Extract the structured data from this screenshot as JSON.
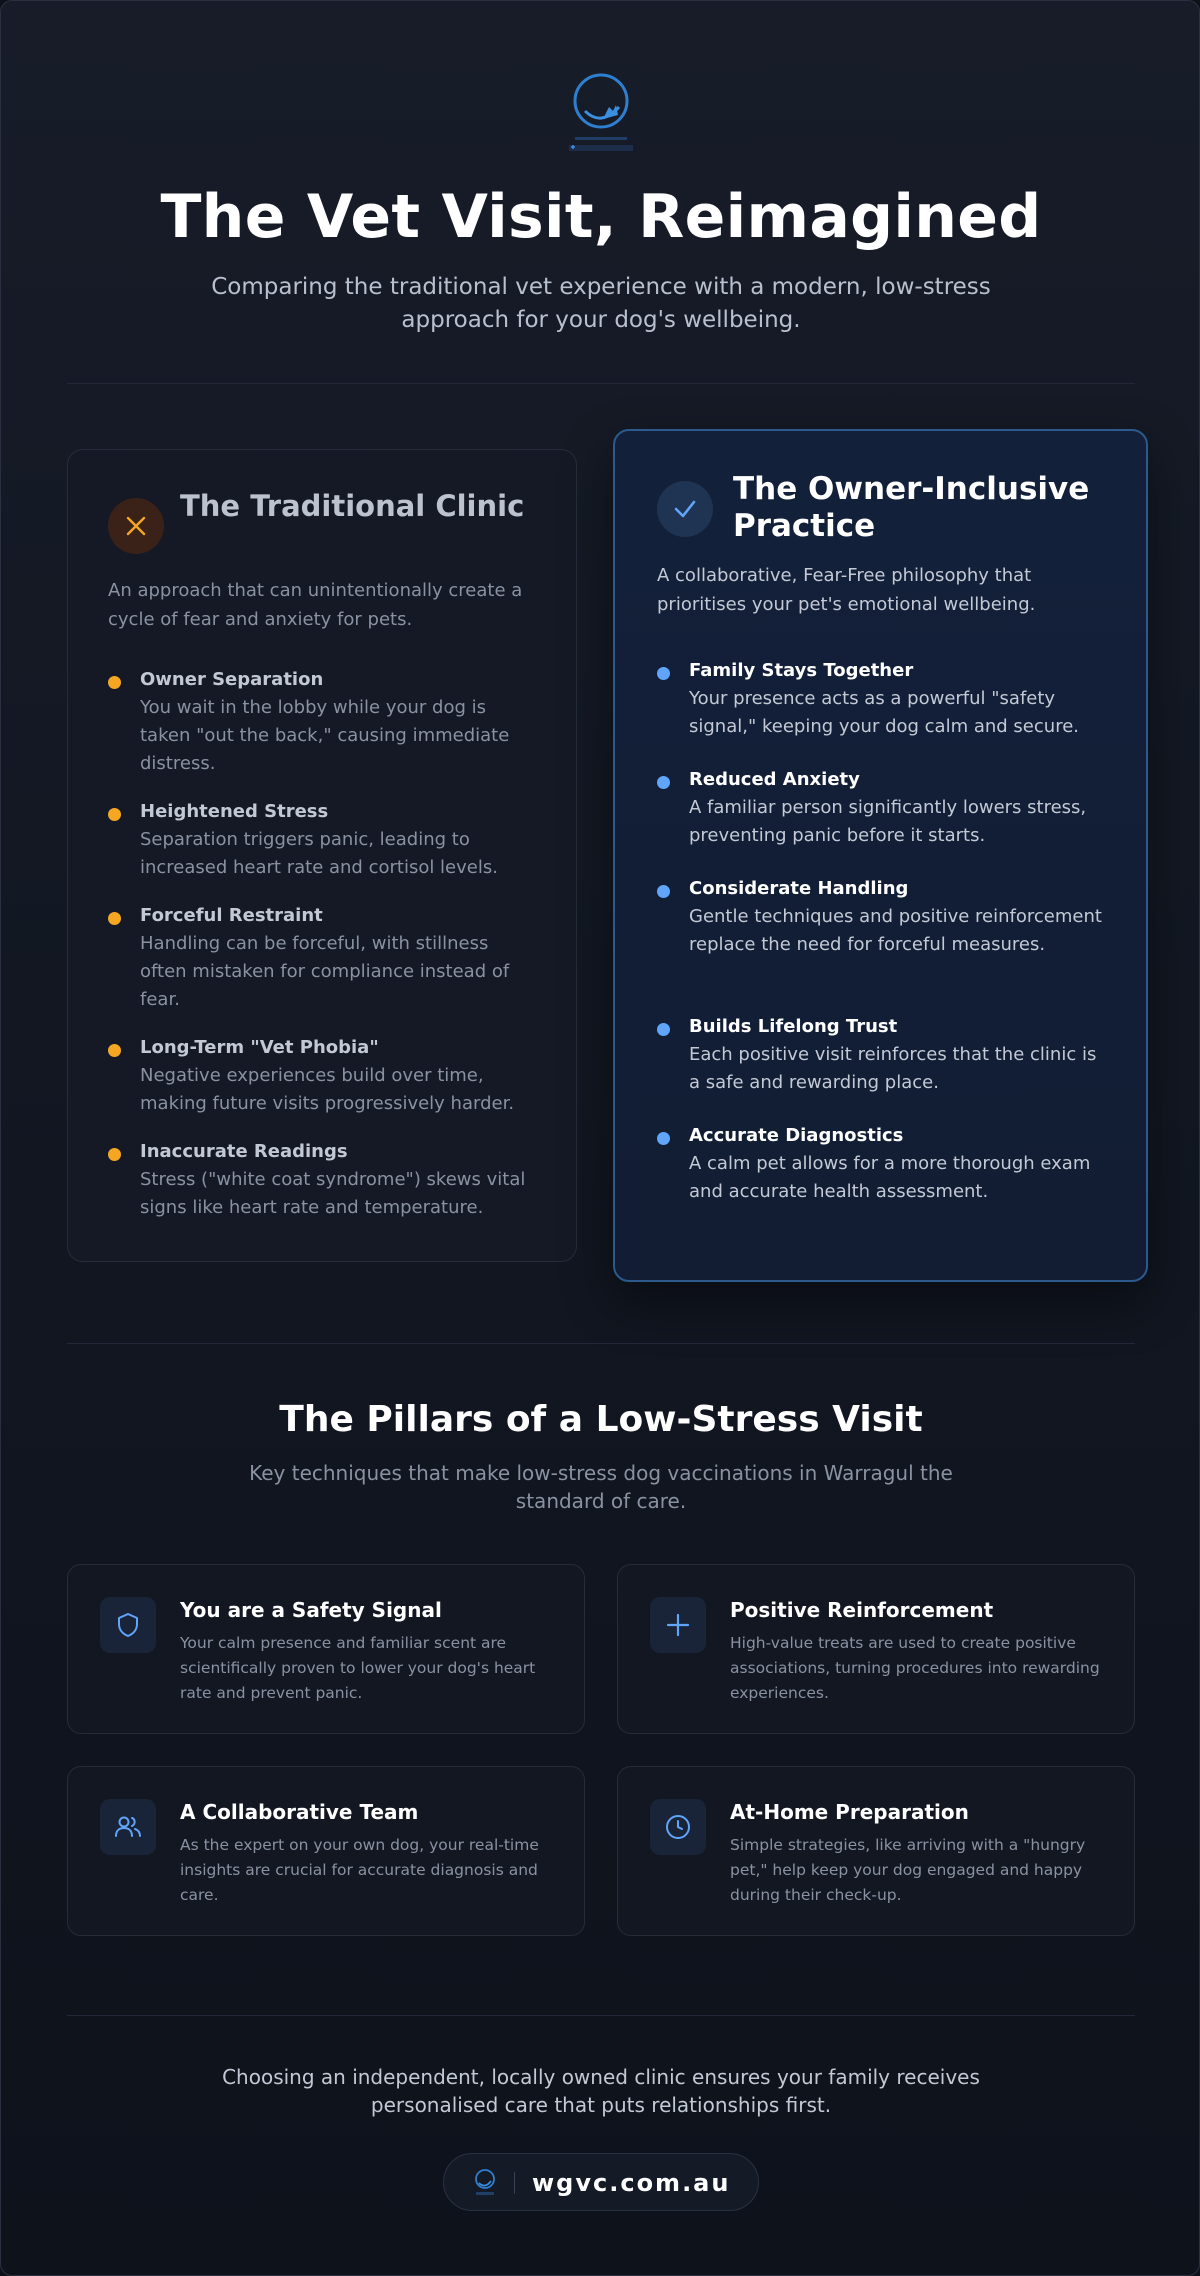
{
  "header": {
    "title": "The Vet Visit, Reimagined",
    "subtitle": "Comparing the traditional vet experience with a modern, low-stress approach for your dog's wellbeing."
  },
  "traditional": {
    "icon": "x-icon",
    "title": "The Traditional Clinic",
    "description": "An approach that can unintentionally create a cycle of fear and anxiety for pets.",
    "points": [
      {
        "title": "Owner Separation",
        "body": "You wait in the lobby while your dog is taken \"out the back,\" causing immediate distress."
      },
      {
        "title": "Heightened Stress",
        "body": "Separation triggers panic, leading to increased heart rate and cortisol levels."
      },
      {
        "title": "Forceful Restraint",
        "body": "Handling can be forceful, with stillness often mistaken for compliance instead of fear."
      },
      {
        "title": "Long-Term \"Vet Phobia\"",
        "body": "Negative experiences build over time, making future visits progressively harder."
      },
      {
        "title": "Inaccurate Readings",
        "body": "Stress (\"white coat syndrome\") skews vital signs like heart rate and temperature."
      }
    ]
  },
  "inclusive": {
    "icon": "check-icon",
    "title": "The Owner-Inclusive Practice",
    "description": "A collaborative, Fear-Free philosophy that prioritises your pet's emotional wellbeing.",
    "points": [
      {
        "title": "Family Stays Together",
        "body": "Your presence acts as a powerful \"safety signal,\" keeping your dog calm and secure."
      },
      {
        "title": "Reduced Anxiety",
        "body": "A familiar person significantly lowers stress, preventing panic before it starts."
      },
      {
        "title": "Considerate Handling",
        "body": "Gentle techniques and positive reinforcement replace the need for forceful measures."
      },
      {
        "title": "Builds Lifelong Trust",
        "body": "Each positive visit reinforces that the clinic is a safe and rewarding place."
      },
      {
        "title": "Accurate Diagnostics",
        "body": "A calm pet allows for a more thorough exam and accurate health assessment."
      }
    ]
  },
  "pillars": {
    "title": "The Pillars of a Low-Stress Visit",
    "subtitle": "Key techniques that make low-stress dog vaccinations in Warragul the standard of care.",
    "items": [
      {
        "icon": "shield-icon",
        "title": "You are a Safety Signal",
        "body": "Your calm presence and familiar scent are scientifically proven to lower your dog's heart rate and prevent panic."
      },
      {
        "icon": "plus-icon",
        "title": "Positive Reinforcement",
        "body": "High-value treats are used to create positive associations, turning procedures into rewarding experiences."
      },
      {
        "icon": "users-icon",
        "title": "A Collaborative Team",
        "body": "As the expert on your own dog, your real-time insights are crucial for accurate diagnosis and care."
      },
      {
        "icon": "clock-icon",
        "title": "At-Home Preparation",
        "body": "Simple strategies, like arriving with a \"hungry pet,\" help keep your dog engaged and happy during their check-up."
      }
    ]
  },
  "footer": {
    "text": "Choosing an independent, locally owned clinic ensures your family receives personalised care that puts relationships first.",
    "url": "wgvc.com.au"
  },
  "colors": {
    "accent_blue": "#60a5fa",
    "accent_orange": "#f5a623",
    "background": "#0d111a"
  }
}
